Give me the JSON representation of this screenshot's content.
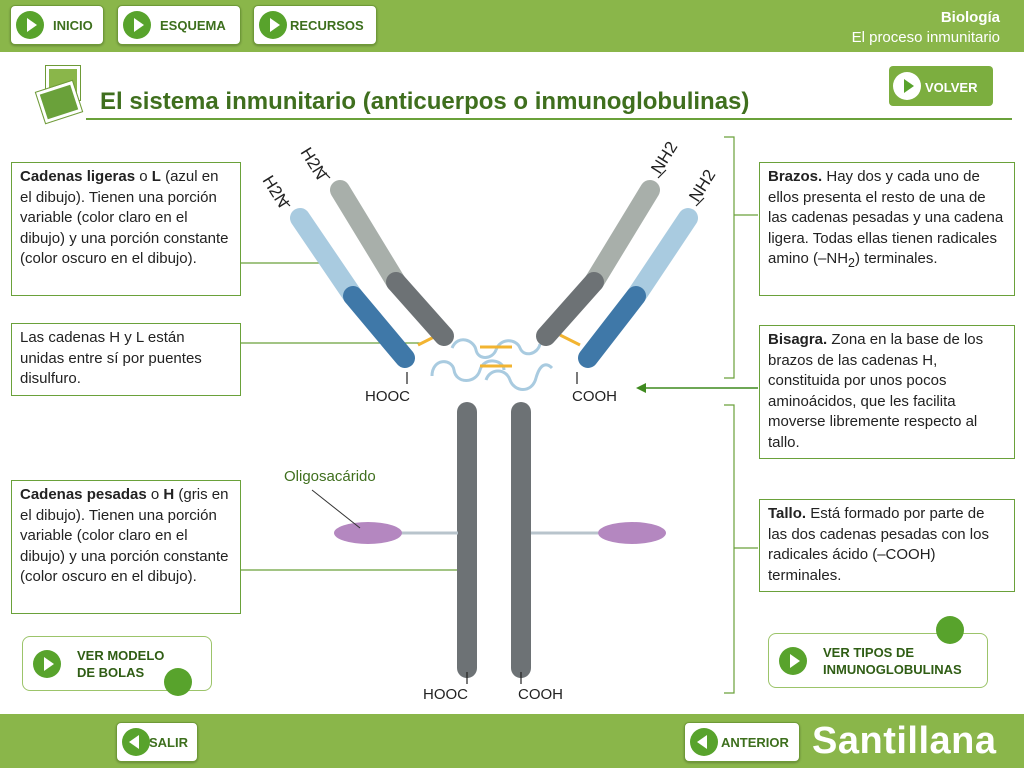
{
  "nav": {
    "inicio": "INICIO",
    "esquema": "ESQUEMA",
    "recursos": "RECURSOS"
  },
  "header": {
    "subject": "Biología",
    "unit": "El proceso inmunitario"
  },
  "page": {
    "title": "El sistema inmunitario (anticuerpos o inmunoglobulinas)",
    "volver": "VOLVER"
  },
  "left_boxes": {
    "light_chains": {
      "term": "Cadenas ligeras",
      "mid": " o ",
      "abbr": "L",
      "text": " (azul en el dibujo). Tienen una porción variable (color claro en el dibujo) y una porción constante (color oscuro en el dibujo)."
    },
    "disulfide": {
      "text": "Las cadenas H y L están unidas entre sí por puentes disulfuro."
    },
    "heavy_chains": {
      "term": "Cadenas pesadas",
      "mid": " o ",
      "abbr": "H",
      "text": " (gris en el dibujo). Tienen una porción variable (color claro en el dibujo) y una porción constante (color oscuro en el dibujo)."
    }
  },
  "right_boxes": {
    "arms": {
      "term": "Brazos.",
      "text_a": " Hay dos y cada uno de ellos presenta el resto de una de las cadenas pesadas y una cadena ligera. Todas ellas tienen radicales amino (–NH",
      "sub": "2",
      "text_b": ") terminales."
    },
    "hinge": {
      "term": "Bisagra.",
      "text": " Zona en la base de los brazos de las cadenas H, constituida por unos pocos aminoácidos, que les facilita moverse libremente respecto al tallo."
    },
    "stem": {
      "term": "Tallo.",
      "text": " Está formado por parte de las dos cadenas pesadas con los radicales ácido (–COOH) terminales."
    }
  },
  "diagram": {
    "h2n": "H2N",
    "nh2": "NH2",
    "hooc": "HOOC",
    "cooh": "COOH",
    "oligo": "Oligosacárido"
  },
  "actions": {
    "balls_line1": "VER MODELO",
    "balls_line2": "DE BOLAS",
    "types_line1": "VER TIPOS DE",
    "types_line2": "INMUNOGLOBULINAS"
  },
  "footer": {
    "salir": "SALIR",
    "anterior": "ANTERIOR",
    "brand": "Santillana"
  },
  "colors": {
    "green": "#8ab64a",
    "heavy_light": "#a8afaa",
    "heavy_dark": "#6d7275",
    "light_light": "#a9cbe0",
    "light_dark": "#3f78a8",
    "disulfide": "#f2b431",
    "sugar": "#b487c0"
  }
}
